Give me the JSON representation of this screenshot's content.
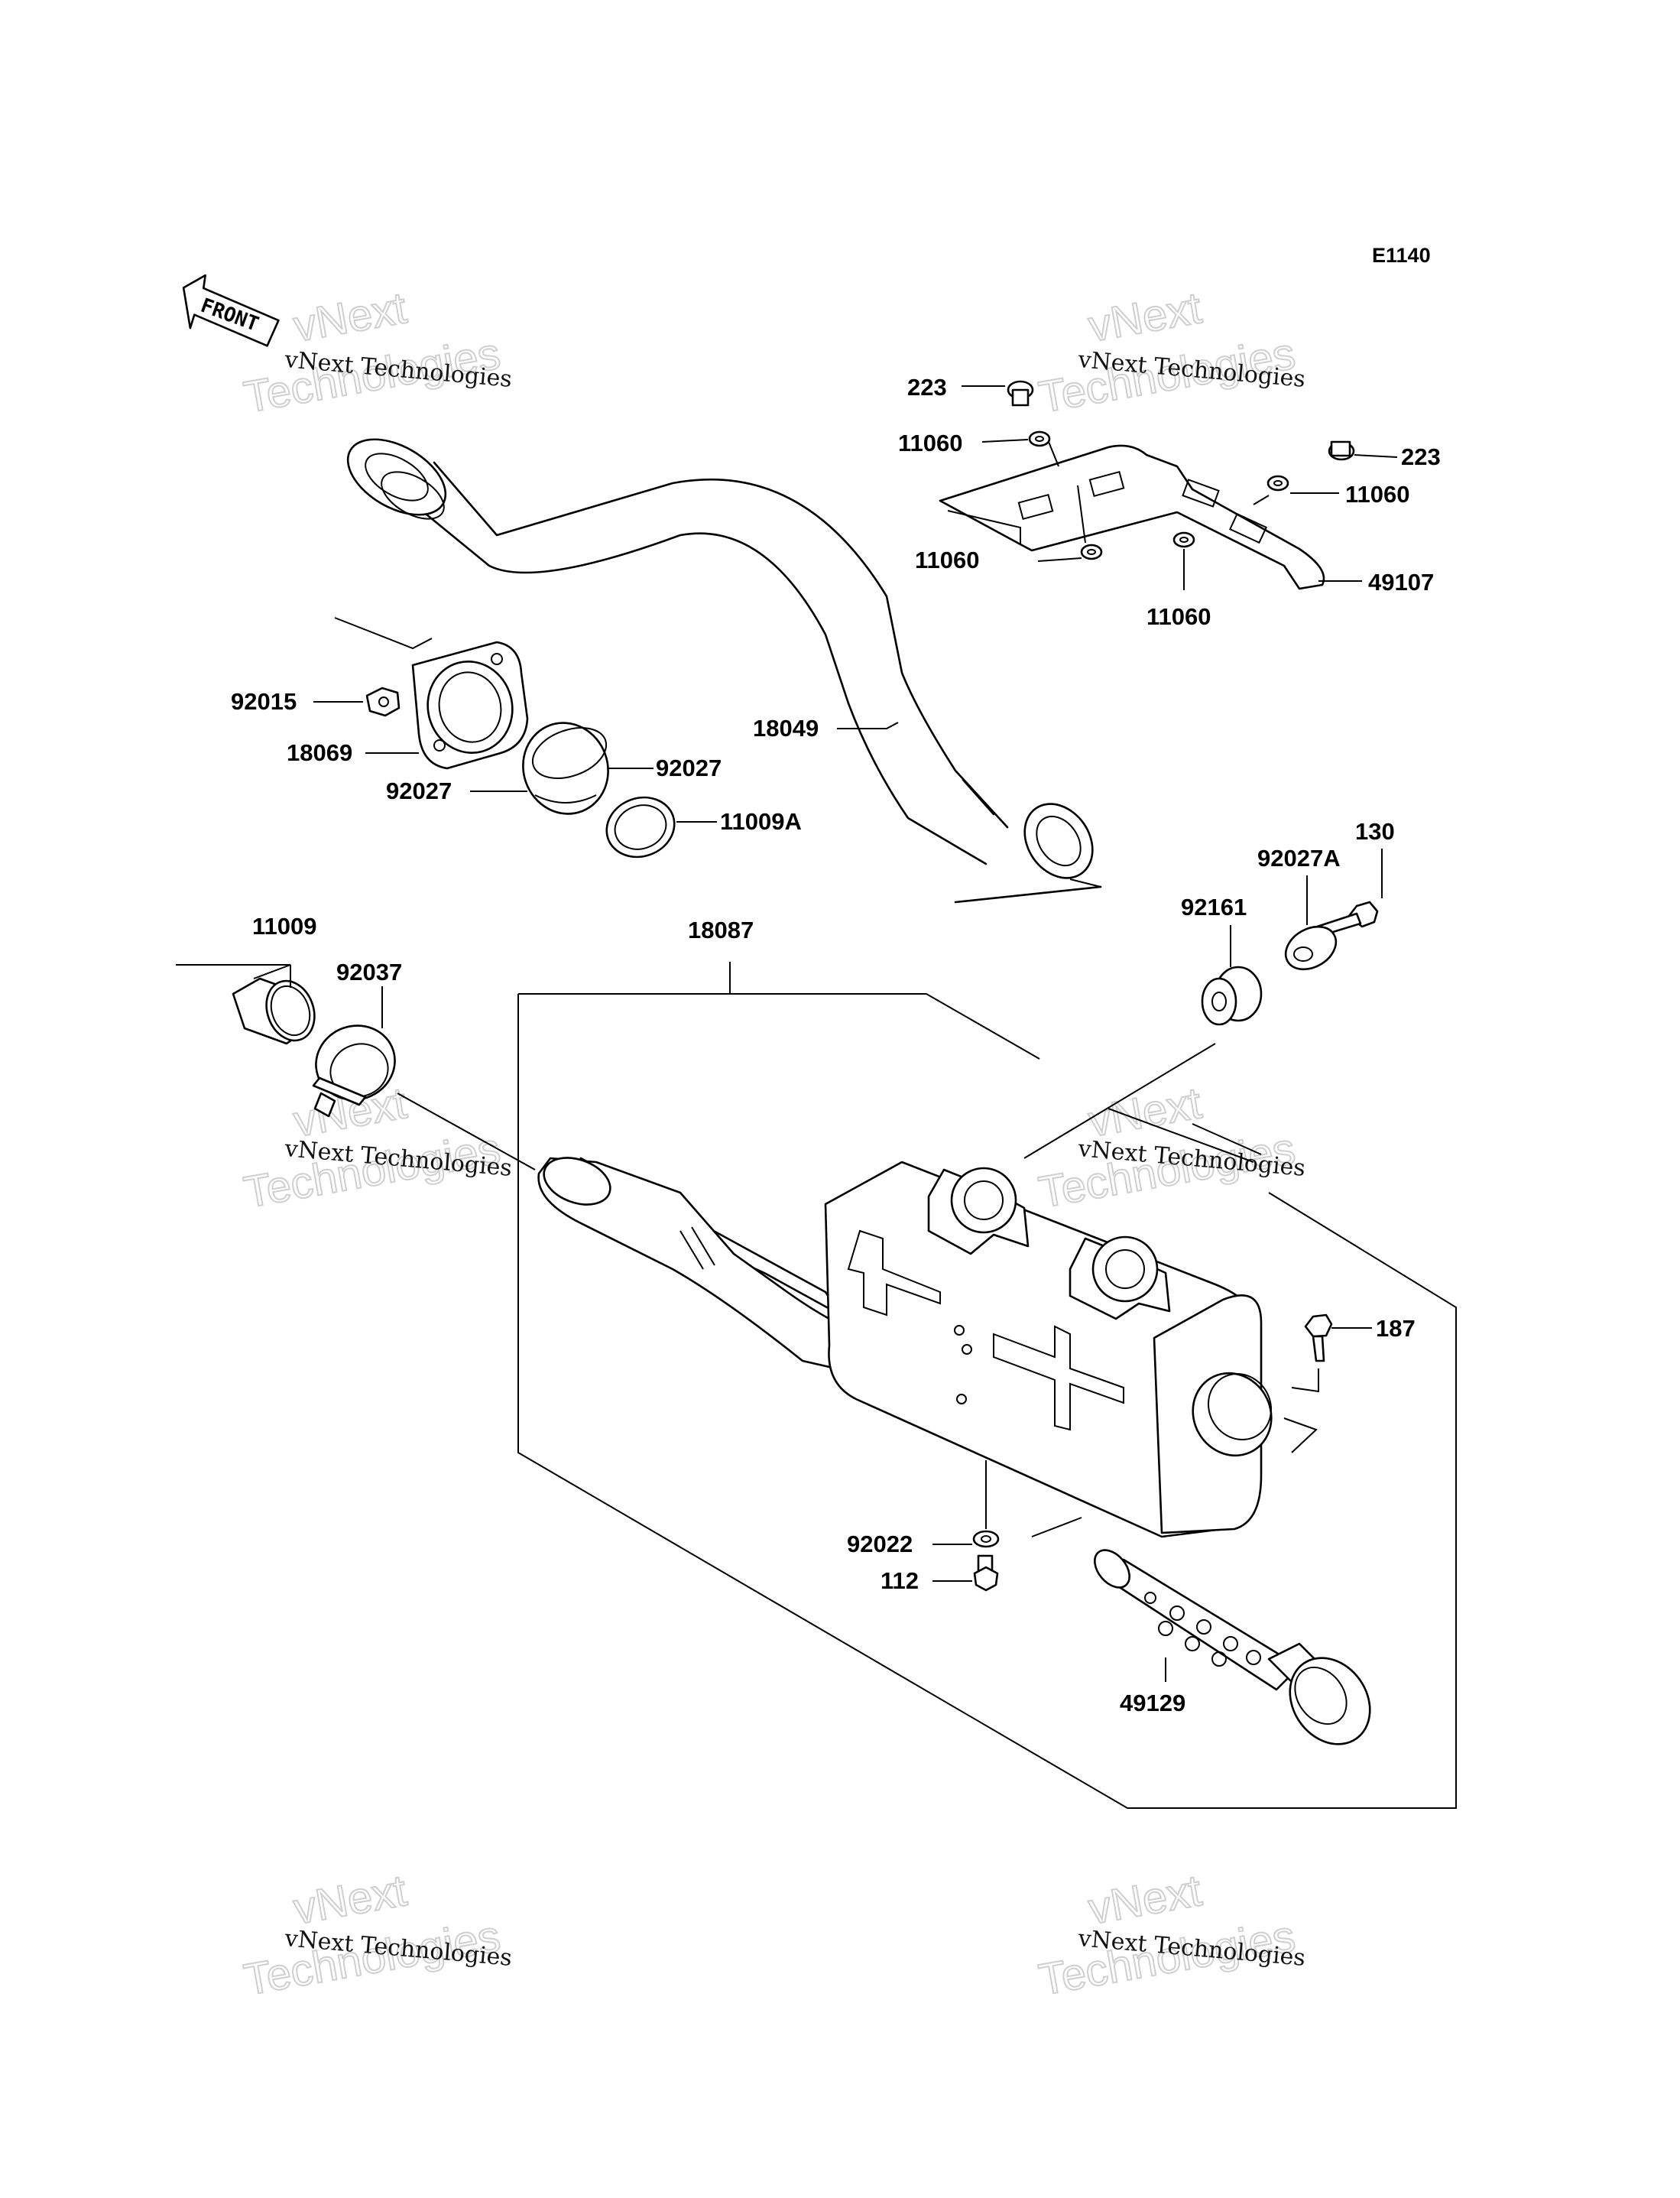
{
  "diagram_code": "E1140",
  "front_label": "FRONT",
  "watermark": {
    "line1": "vNext",
    "line2": "vNext Technologies",
    "line3": "Technologies"
  },
  "parts": {
    "p223a": "223",
    "p223b": "223",
    "p11060a": "11060",
    "p11060b": "11060",
    "p11060c": "11060",
    "p11060d": "11060",
    "p49107": "49107",
    "p92015": "92015",
    "p18069": "18069",
    "p92027a": "92027",
    "p92027b": "92027",
    "p18049": "18049",
    "p11009A": "11009A",
    "p130": "130",
    "p92027A": "92027A",
    "p92161": "92161",
    "p11009": "11009",
    "p92037": "92037",
    "p18087": "18087",
    "p187": "187",
    "p92022": "92022",
    "p112": "112",
    "p49129": "49129"
  }
}
